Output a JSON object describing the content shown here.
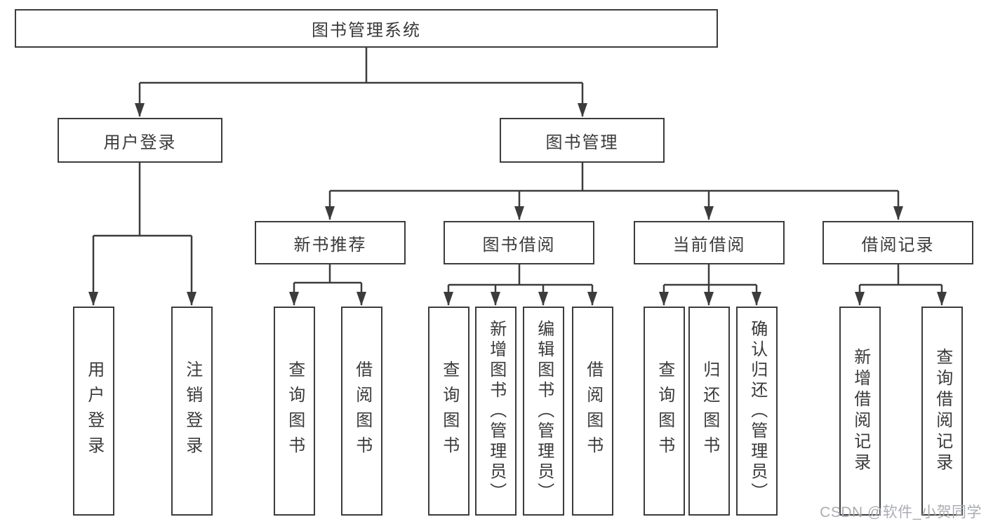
{
  "diagram": {
    "root": {
      "label": "图书管理系统"
    },
    "level2": [
      {
        "id": "user-login",
        "label": "用户登录"
      },
      {
        "id": "book-management",
        "label": "图书管理"
      }
    ],
    "level3": [
      {
        "id": "new-book-recommend",
        "label": "新书推荐"
      },
      {
        "id": "book-borrowing",
        "label": "图书借阅"
      },
      {
        "id": "current-borrowing",
        "label": "当前借阅"
      },
      {
        "id": "borrowing-records",
        "label": "借阅记录"
      }
    ],
    "leaves": {
      "user_login": [
        {
          "label": "用户登录"
        },
        {
          "label": "注销登录"
        }
      ],
      "new_book_recommend": [
        {
          "label": "查询图书"
        },
        {
          "label": "借阅图书"
        }
      ],
      "book_borrowing": [
        {
          "label": "查询图书"
        },
        {
          "label": "新增图书（管理员）"
        },
        {
          "label": "编辑图书（管理员）"
        },
        {
          "label": "借阅图书"
        }
      ],
      "current_borrowing": [
        {
          "label": "查询图书"
        },
        {
          "label": "归还图书"
        },
        {
          "label": "确认归还（管理员）"
        }
      ],
      "borrowing_records": [
        {
          "label": "新增借阅记录"
        },
        {
          "label": "查询借阅记录"
        }
      ]
    },
    "watermark": "CSDN @软件_小贺同学",
    "colors": {
      "line": "#3c3c3c",
      "text": "#3a3a3a",
      "box_background": "#ffffff",
      "watermark": "#a9adb2"
    }
  }
}
